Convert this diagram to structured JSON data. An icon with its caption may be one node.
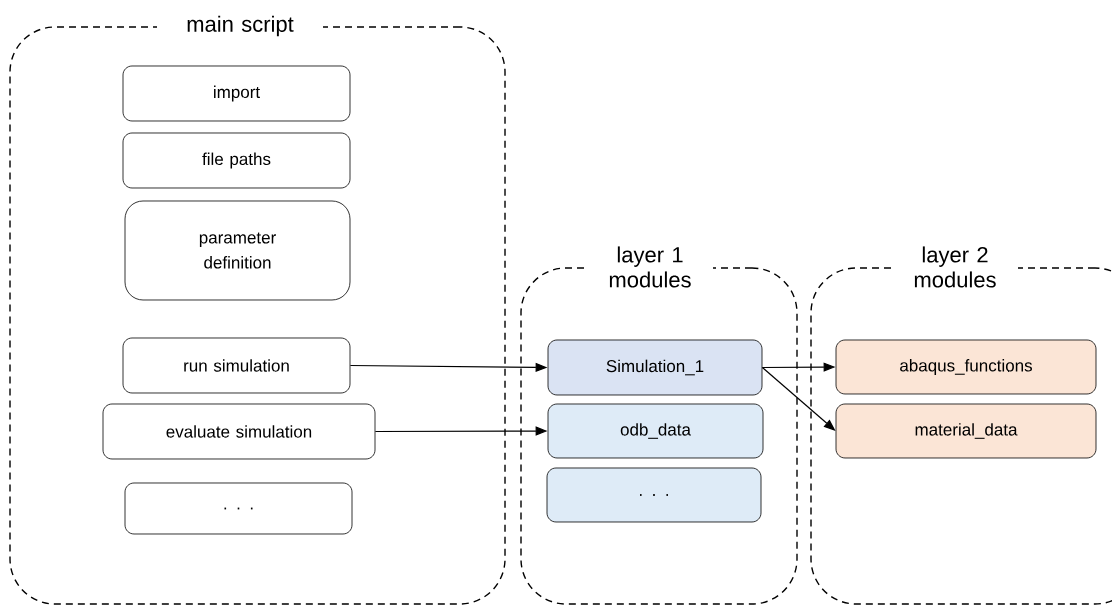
{
  "diagram": {
    "nodes": [
      {
        "text": [
          "main script"
        ]
      },
      {
        "text": [
          "import"
        ],
        "in": 0
      },
      {
        "text": [
          "file paths"
        ],
        "in": 0
      },
      {
        "text": [
          "parameter definition"
        ],
        "in": 0
      },
      {
        "text": [
          "run simulation"
        ],
        "in": 0
      },
      {
        "text": [
          "evaluate simulation"
        ],
        "in": 0
      },
      {
        "text": [
          ". . ."
        ],
        "in": 0
      },
      {
        "text": [
          "layer 1 modules"
        ]
      },
      {
        "text": [
          "Simulation_1"
        ],
        "in": 7
      },
      {
        "text": [
          "odb_data"
        ],
        "in": 7
      },
      {
        "text": [
          ". . ."
        ],
        "in": 7
      },
      {
        "text": [
          "layer 2 modules"
        ]
      },
      {
        "text": [
          "abaqus_functions"
        ],
        "in": 11
      },
      {
        "text": [
          "material_data"
        ],
        "in": 11
      }
    ],
    "edges": [
      {
        "from": 4,
        "to": 8,
        "arrow": "to"
      },
      {
        "from": 5,
        "to": 9,
        "arrow": "to"
      },
      {
        "from": 8,
        "to": 12,
        "arrow": "to"
      },
      {
        "from": 8,
        "to": 13,
        "arrow": "to"
      }
    ]
  }
}
